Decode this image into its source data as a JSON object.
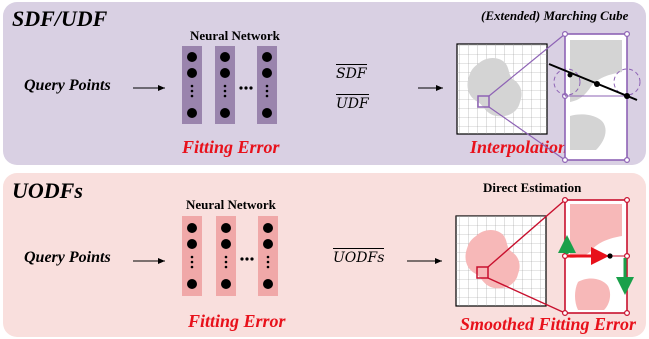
{
  "top": {
    "title": "SDF/UDF",
    "query_label": "Query Points",
    "nn_label": "Neural Network",
    "outputs": [
      "SDF",
      "UDF"
    ],
    "extraction_title": "(Extended) Marching Cube",
    "fitting_error": "Fitting Error",
    "interp_error": "Interpolation Error",
    "colors": {
      "layer": "#9a84ad",
      "accent": "#8e63b5"
    }
  },
  "bottom": {
    "title": "UODFs",
    "query_label": "Query Points",
    "nn_label": "Neural Network",
    "output": "UODFs",
    "extraction_title": "Direct Estimation",
    "fitting_error": "Fitting Error",
    "smoothed_error": "Smoothed Fitting Error",
    "colors": {
      "layer": "#f0a8a8",
      "accent": "#c8102e"
    }
  },
  "icons": [
    "arrow-right-icon",
    "neural-network-icon",
    "grid-shape-icon",
    "zoom-icon"
  ]
}
